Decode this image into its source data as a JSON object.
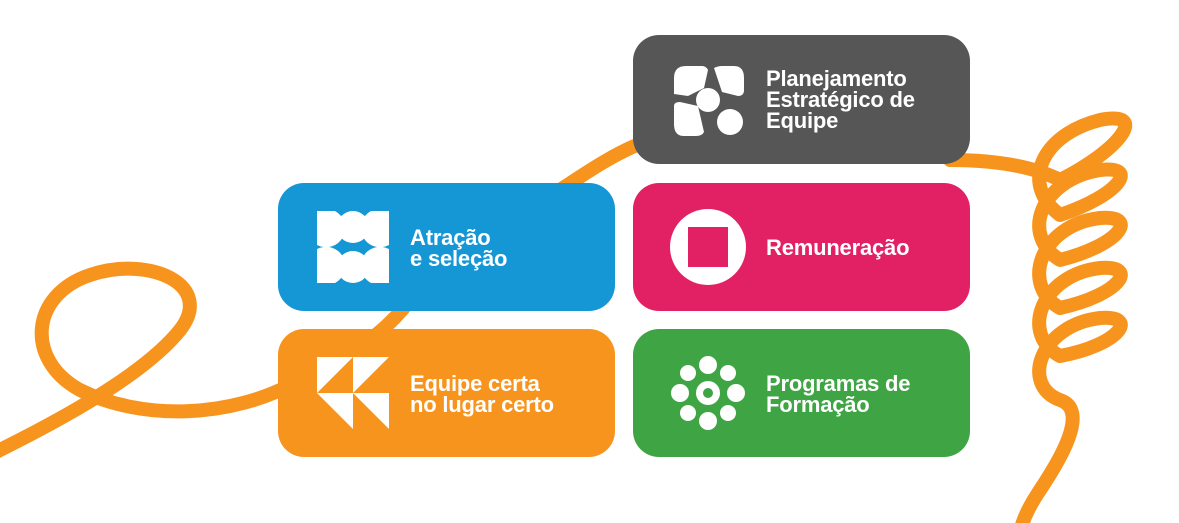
{
  "colors": {
    "ribbon": "#F7941D",
    "planejamento": "#565656",
    "atracao": "#1597D6",
    "remuneracao": "#E12163",
    "equipe": "#F7941D",
    "programas": "#3FA544"
  },
  "cards": {
    "planejamento": {
      "line1": "Planejamento",
      "line2": "Estratégico de",
      "line3": "Equipe",
      "icon": "hexagon-cluster-icon"
    },
    "atracao": {
      "line1": "Atração",
      "line2": "e seleção",
      "icon": "semicircle-grid-icon"
    },
    "remuneracao": {
      "line1": "Remuneração",
      "icon": "square-in-circle-icon"
    },
    "equipe": {
      "line1": "Equipe certa",
      "line2": "no lugar certo",
      "icon": "triangle-pattern-icon"
    },
    "programas": {
      "line1": "Programas de",
      "line2": "Formação",
      "icon": "flower-icon"
    }
  }
}
